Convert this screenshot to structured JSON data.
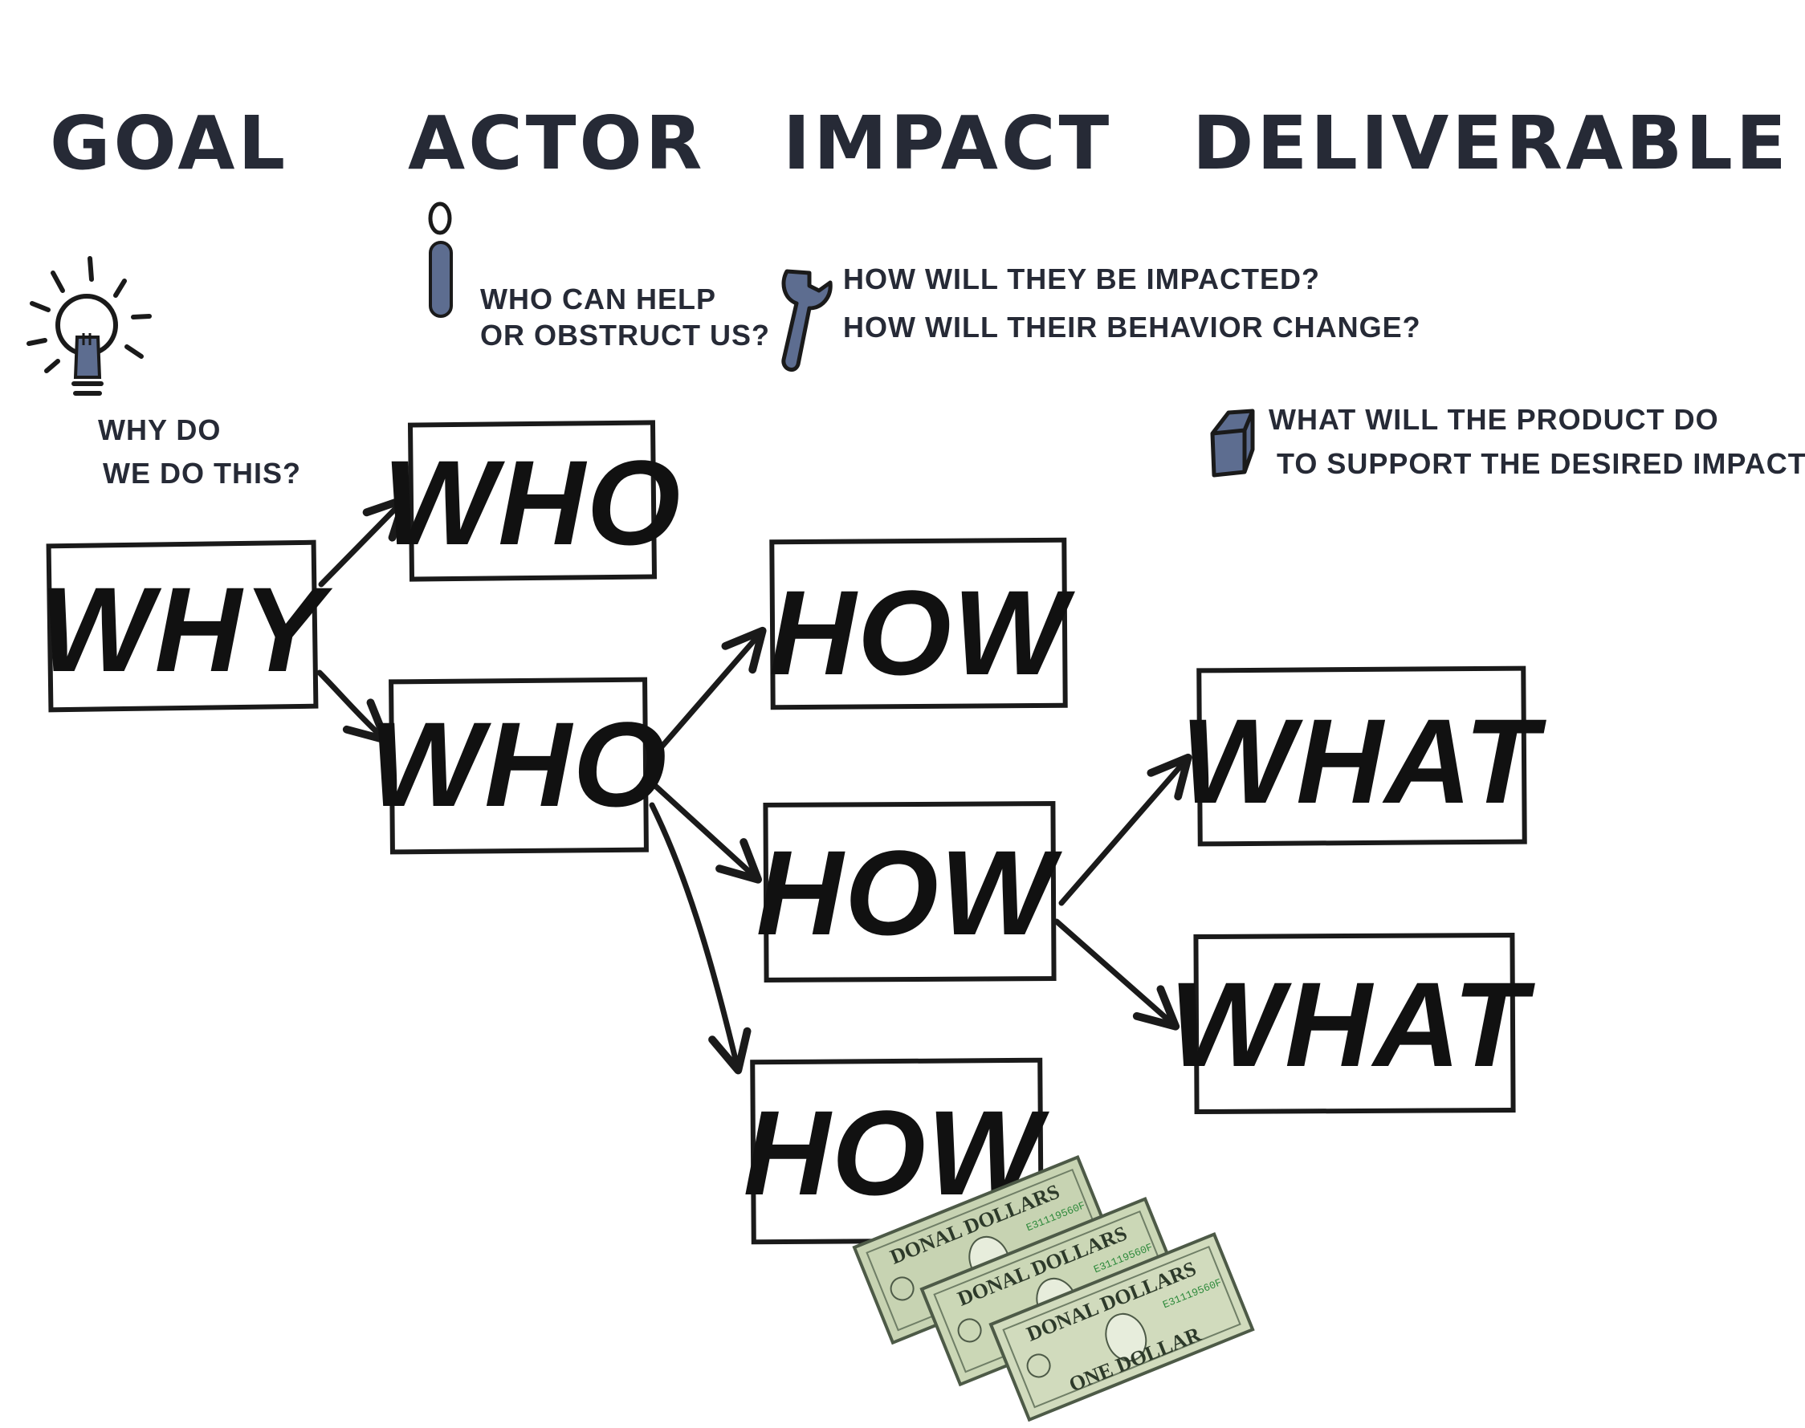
{
  "headers": {
    "goal": "GOAL",
    "actor": "ACTOR",
    "impact": "IMPACT",
    "deliverable": "DELIVERABLE"
  },
  "notes": {
    "goal_line1": "WHY DO",
    "goal_line2": "WE DO THIS?",
    "actor_line1": "WHO CAN HELP",
    "actor_line2": "OR OBSTRUCT US?",
    "impact_line1": "HOW WILL THEY BE IMPACTED?",
    "impact_line2": "HOW WILL THEIR BEHAVIOR CHANGE?",
    "deliverable_line1": "WHAT WILL THE PRODUCT DO",
    "deliverable_line2": "TO SUPPORT THE DESIRED IMPACT?"
  },
  "boxes": {
    "why": "WHY",
    "who_1": "WHO",
    "who_2": "WHO",
    "how_1": "HOW",
    "how_2": "HOW",
    "how_3": "HOW",
    "what_1": "WHAT",
    "what_2": "WHAT"
  },
  "bills": {
    "title": "DONAL DOLLARS",
    "serial": "E31119560F",
    "bottom": "ONE DOLLAR"
  },
  "icons": {
    "goal": "lightbulb-icon",
    "actor": "person-icon",
    "impact": "wrench-icon",
    "deliverable": "cube-icon"
  },
  "colors": {
    "ink": "#262a36",
    "icon_fill": "#5d6d90",
    "bill_green": "#c7d3b2"
  }
}
